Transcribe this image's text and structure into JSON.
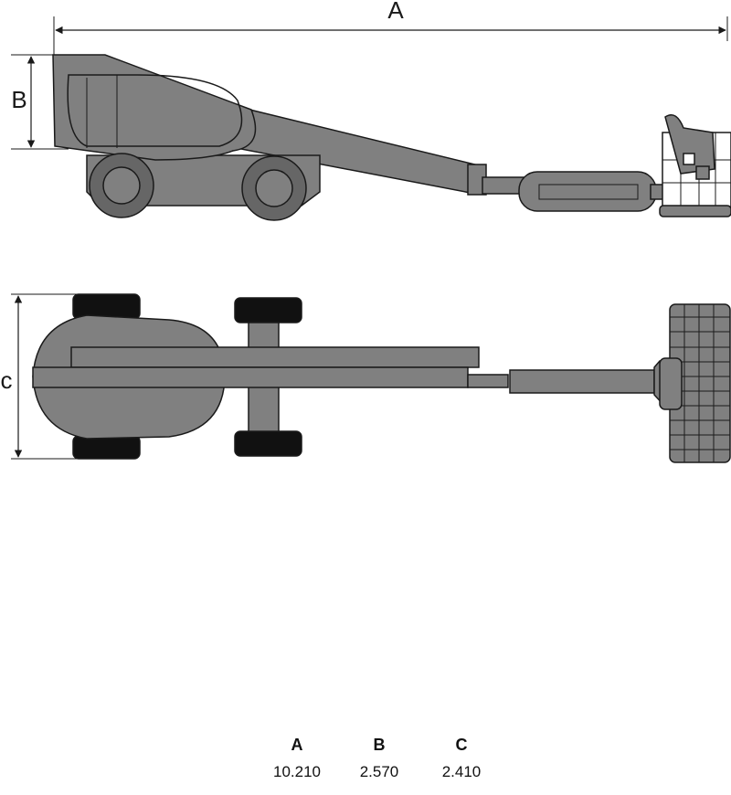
{
  "dimension_labels": {
    "length": "A",
    "height": "B",
    "width": "C"
  },
  "table": {
    "headers": [
      "A",
      "B",
      "C"
    ],
    "values": [
      "10.210",
      "2.570",
      "2.410"
    ]
  },
  "colors": {
    "body_fill": "#808080",
    "line": "#1a1a1a",
    "tire": "#111111",
    "background": "#ffffff"
  }
}
